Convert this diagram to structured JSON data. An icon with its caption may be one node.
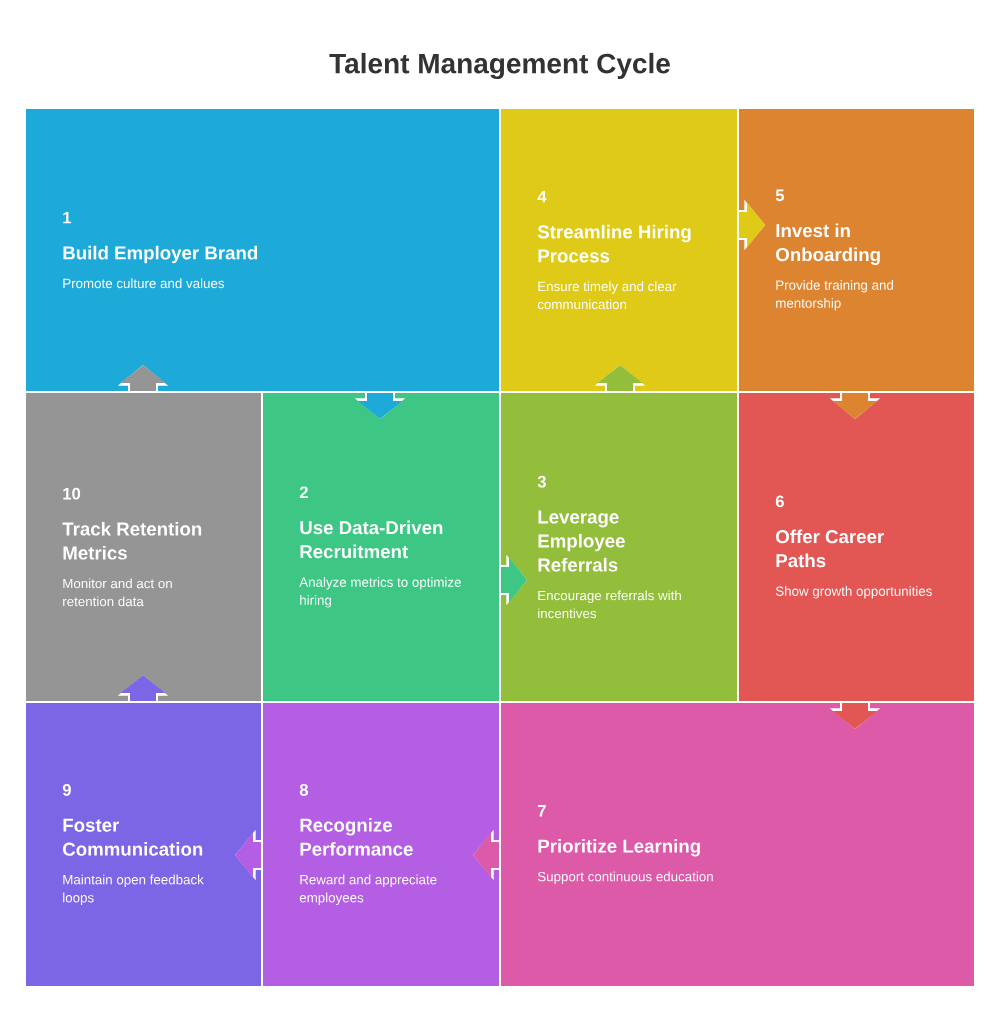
{
  "diagram": {
    "title": "Talent Management Cycle",
    "nodes": [
      {
        "text": [
          "1",
          "Build Employer Brand",
          "Promote culture and values"
        ]
      },
      {
        "text": [
          "2",
          "Use Data-Driven Recruitment",
          "Analyze metrics to optimize hiring"
        ]
      },
      {
        "text": [
          "3",
          "Leverage Employee Referrals",
          "Encourage referrals with incentives"
        ]
      },
      {
        "text": [
          "4",
          "Streamline Hiring Process",
          "Ensure timely and clear communication"
        ]
      },
      {
        "text": [
          "5",
          "Invest in Onboarding",
          "Provide training and mentorship"
        ]
      },
      {
        "text": [
          "6",
          "Offer Career Paths",
          "Show growth opportunities"
        ]
      },
      {
        "text": [
          "7",
          "Prioritize Learning",
          "Support continuous education"
        ]
      },
      {
        "text": [
          "8",
          "Recognize Performance",
          "Reward and appreciate employees"
        ]
      },
      {
        "text": [
          "9",
          "Foster Communication",
          "Maintain open feedback loops"
        ]
      },
      {
        "text": [
          "10",
          "Track Retention Metrics",
          "Monitor and act on retention data"
        ]
      }
    ],
    "edges": [
      {
        "from": 0,
        "to": 1,
        "arrow": "to",
        "color": "#1eaad9"
      },
      {
        "from": 1,
        "to": 2,
        "arrow": "to",
        "color": "#3ec684"
      },
      {
        "from": 2,
        "to": 3,
        "arrow": "to",
        "color": "#93be3c"
      },
      {
        "from": 3,
        "to": 4,
        "arrow": "to",
        "color": "#dfca18"
      },
      {
        "from": 4,
        "to": 5,
        "arrow": "to",
        "color": "#dd8431"
      },
      {
        "from": 5,
        "to": 6,
        "arrow": "to",
        "color": "#e25754"
      },
      {
        "from": 6,
        "to": 7,
        "arrow": "to",
        "color": "#dc5aa8"
      },
      {
        "from": 7,
        "to": 8,
        "arrow": "to",
        "color": "#b45ee3"
      },
      {
        "from": 8,
        "to": 9,
        "arrow": "to",
        "color": "#7c66e6"
      },
      {
        "from": 9,
        "to": 0,
        "arrow": "to",
        "color": "#959595"
      }
    ]
  }
}
